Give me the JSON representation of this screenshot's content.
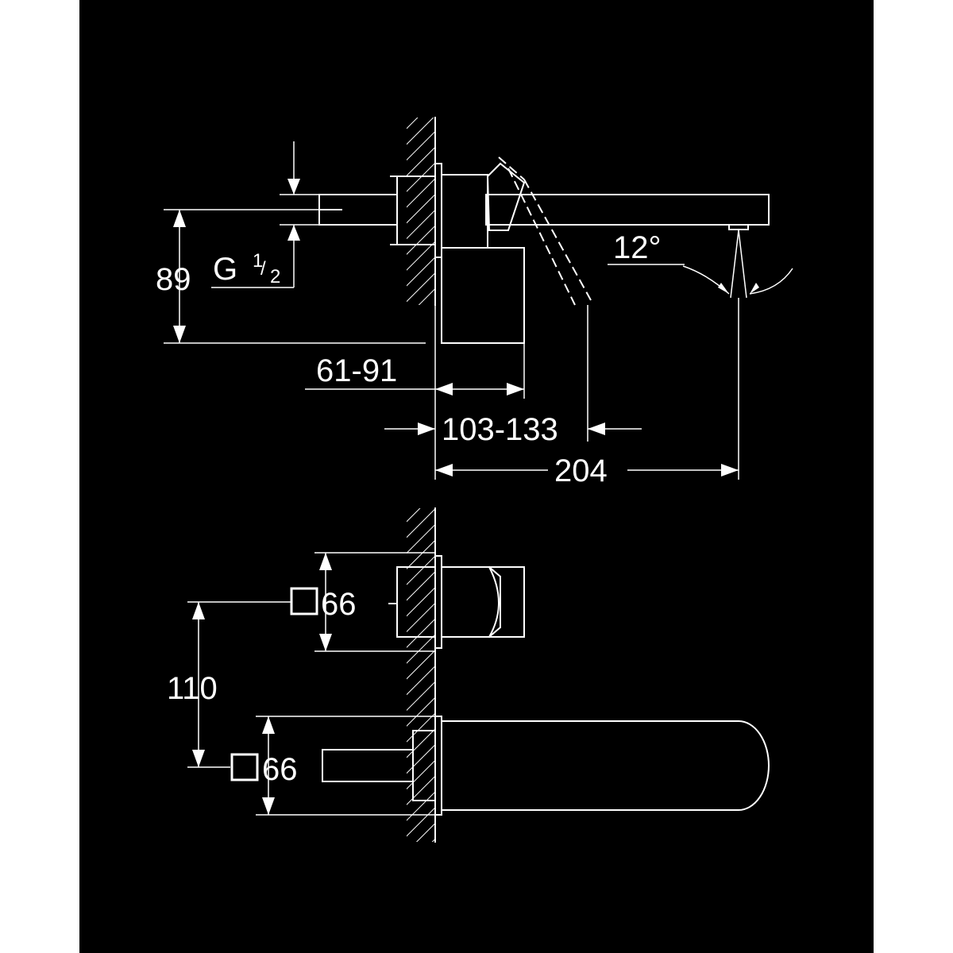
{
  "dimensions": {
    "thread_prefix": "G",
    "thread_num": "1",
    "thread_den": "2",
    "height_top": "89",
    "offset_min_max": "61-91",
    "projection_range": "103-133",
    "total_projection": "204",
    "spout_angle": "12°",
    "spacing": "110",
    "square_size": "66"
  },
  "colors": {
    "background": "#000000",
    "lines": "#ffffff",
    "page": "#ffffff"
  }
}
